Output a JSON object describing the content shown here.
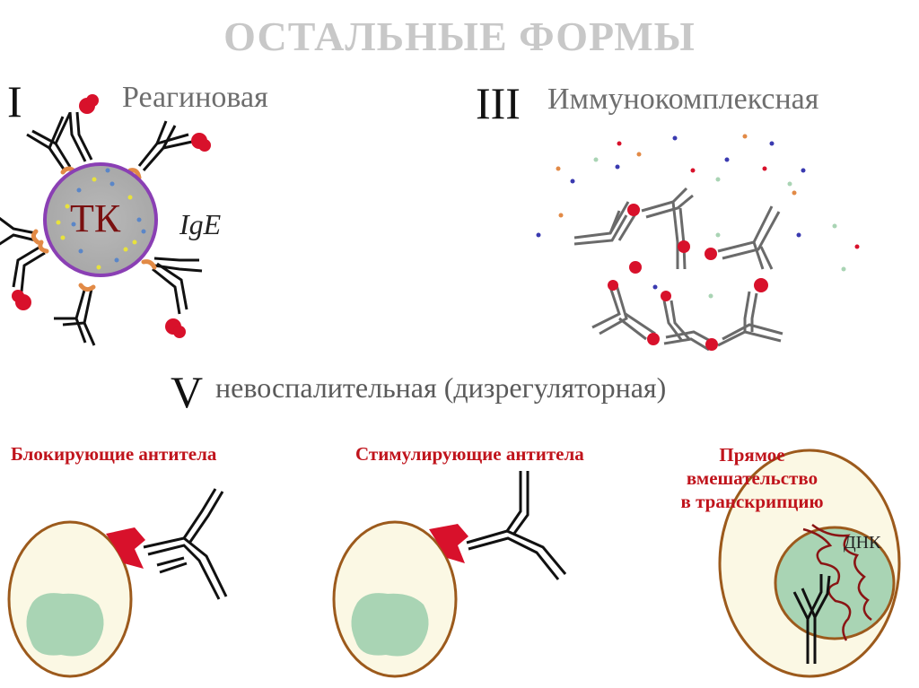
{
  "title": "ОСТАЛЬНЫЕ ФОРМЫ",
  "section_i": {
    "numeral": "I",
    "label": "Реагиновая",
    "cell_label": "ТК",
    "antibody_label": "IgE"
  },
  "section_iii": {
    "numeral": "III",
    "label": "Иммунокомплексная"
  },
  "section_v": {
    "numeral": "V",
    "label": "невоспалительная (дизрегуляторная)",
    "blocking_label": "Блокирующие антитела",
    "stimulating_label": "Стимулирующие антитела",
    "direct_line1": "Прямое",
    "direct_line2": "вмешательство",
    "direct_line3": "в транскрипцию",
    "dna_label": "ДНК"
  },
  "colors": {
    "antigen": "#d8112b",
    "receptor": "#e28a46",
    "cell_ring": "#8a3fb4",
    "nucleus": "#a9d4b4",
    "cell_fill": "#fbf8e4",
    "cell_border": "#9c5a1c",
    "dna": "#8a1414"
  }
}
